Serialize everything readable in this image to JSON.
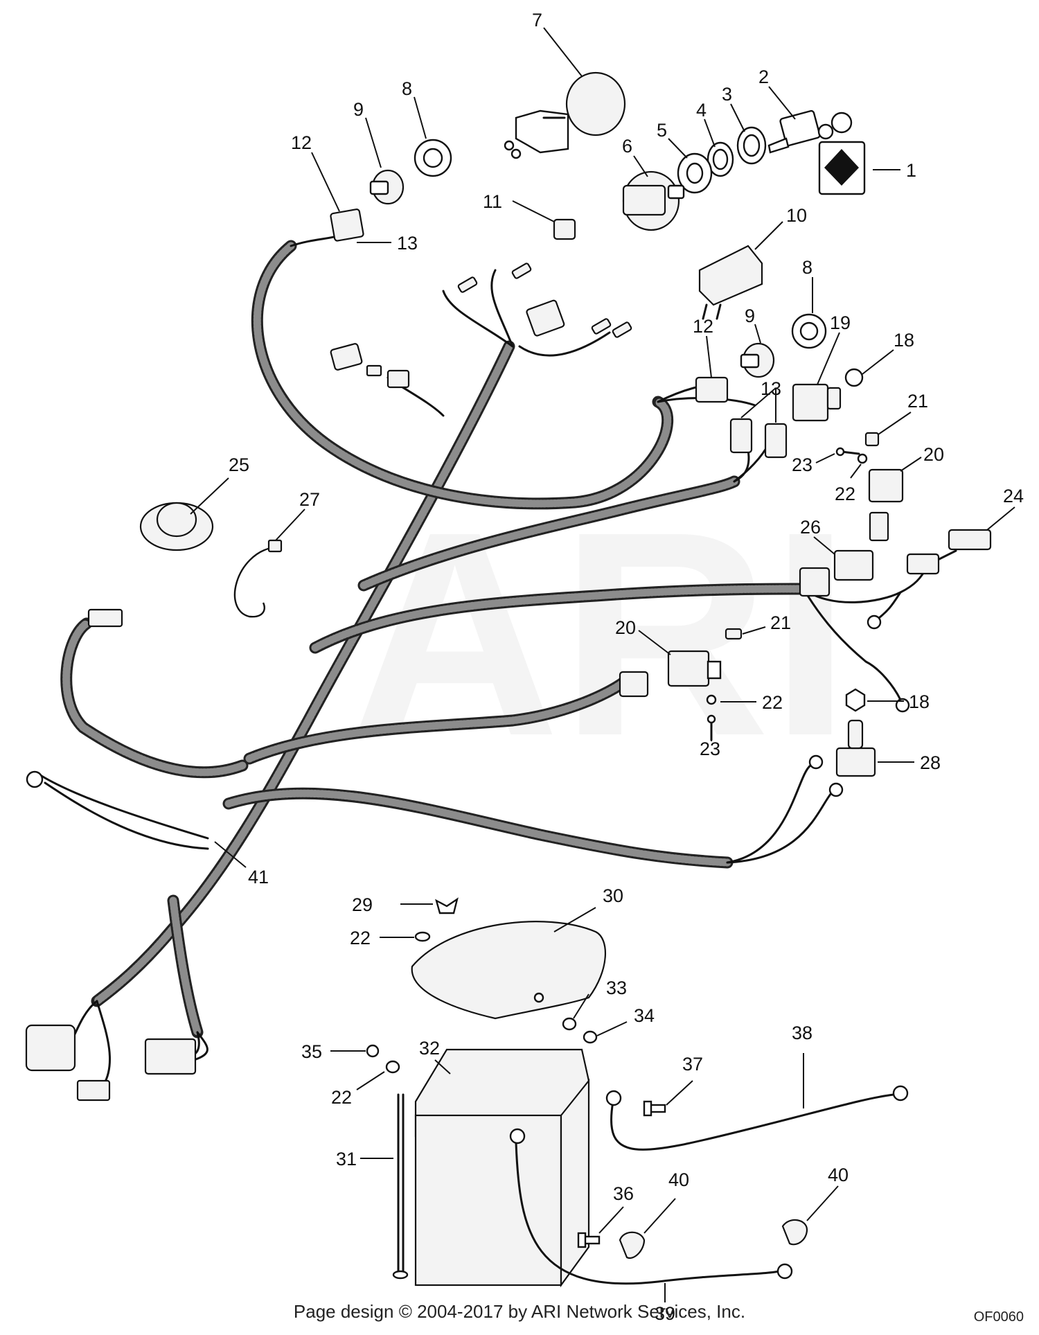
{
  "watermark": "ARI",
  "footer": {
    "copyright": "Page design © 2004-2017 by ARI Network Services, Inc.",
    "drawing_code": "OF0060"
  },
  "callouts": [
    "1",
    "2",
    "3",
    "4",
    "5",
    "6",
    "7",
    "8",
    "9",
    "11",
    "12",
    "13",
    "10",
    "8",
    "9",
    "19",
    "18",
    "12",
    "13",
    "21",
    "20",
    "23",
    "22",
    "24",
    "26",
    "25",
    "27",
    "21",
    "20",
    "22",
    "18",
    "23",
    "28",
    "41",
    "29",
    "30",
    "22",
    "33",
    "34",
    "35",
    "32",
    "22",
    "38",
    "37",
    "31",
    "36",
    "40",
    "40",
    "39"
  ]
}
